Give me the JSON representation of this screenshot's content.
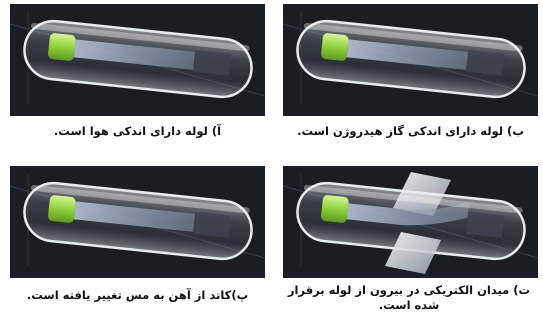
{
  "panels": [
    {
      "id": "b",
      "caption": "ب) لوله دارای اندکی گاز هیدروژن است.",
      "electric_field": false
    },
    {
      "id": "a",
      "caption": "آ) لوله دارای اندکی هوا است.",
      "electric_field": false
    },
    {
      "id": "t",
      "caption": "ت) میدان الکتریکی در بیرون از لوله برقرار شده است.",
      "electric_field": true
    },
    {
      "id": "p",
      "caption": "پ)کاتد از آهن به مس تغییر یافته است.",
      "electric_field": false
    }
  ],
  "colors": {
    "background": "#1c1d24",
    "cathode_green": "#a8e05a",
    "glass": "#c9d4dc",
    "beam": "#7f8fa6"
  }
}
